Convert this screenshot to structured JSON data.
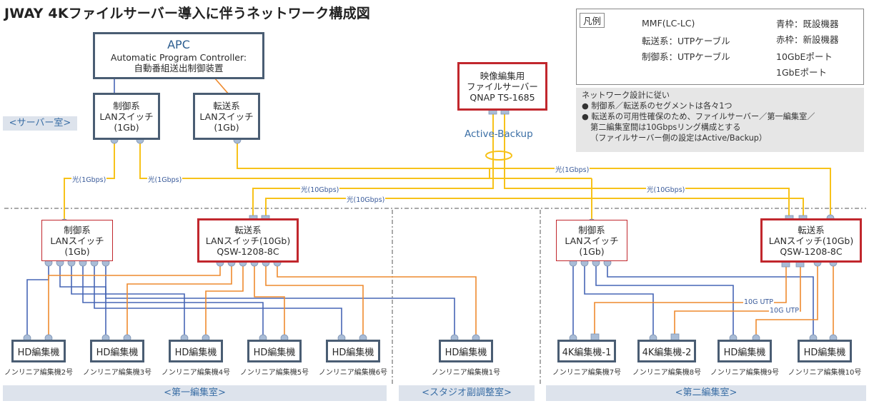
{
  "title": "JWAY 4Kファイルサーバー導入に伴うネットワーク構成図",
  "legend": {
    "header": "凡例",
    "mmf": "MMF(LC-LC)",
    "transfer_utp": "転送系：UTPケーブル",
    "control_utp": "制御系：UTPケーブル",
    "blue_frame": "青枠：既設機器",
    "red_frame": "赤枠：新設機器",
    "port_10g": "10GbEポート",
    "port_1g": "1GbEポート"
  },
  "notes": [
    "ネットワーク設計に従い",
    "● 制御系／転送系のセグメントは各々1つ",
    "● 転送系の可用性確保のため、ファイルサーバー／第一編集室／",
    "第二編集室間は10Gbpsリング構成とする",
    "（ファイルサーバー側の設定はActive/Backup）"
  ],
  "apc": {
    "name": "APC",
    "line1": "Automatic Program Controller:",
    "line2": "自動番組送出制御装置"
  },
  "server_room_label": "<サーバー室>",
  "server_control_switch": [
    "制御系",
    "LANスイッチ",
    "(1Gb)"
  ],
  "server_transfer_switch": [
    "転送系",
    "LANスイッチ",
    "(1Gb)"
  ],
  "file_server": [
    "映像編集用",
    "ファイルサーバー",
    "QNAP TS-1685"
  ],
  "active_backup": "Active-Backup",
  "link_labels": {
    "optical_1g": "光(1Gbps)",
    "optical_10g": "光(10Gbps)",
    "utp_10g": "10G UTP"
  },
  "edit1_control_switch": [
    "制御系",
    "LANスイッチ",
    "(1Gb)"
  ],
  "edit1_transfer_switch": [
    "転送系",
    "LANスイッチ(10Gb)",
    "QSW-1208-8C"
  ],
  "edit2_control_switch": [
    "制御系",
    "LANスイッチ",
    "(1Gb)"
  ],
  "edit2_transfer_switch": [
    "転送系",
    "LANスイッチ(10Gb)",
    "QSW-1208-8C"
  ],
  "rooms": {
    "edit1": "<第一編集室>",
    "studio": "<スタジオ副調整室>",
    "edit2": "<第二編集室>"
  },
  "editors": [
    {
      "label": "HD編集機",
      "caption": "ノンリニア編集機2号"
    },
    {
      "label": "HD編集機",
      "caption": "ノンリニア編集機3号"
    },
    {
      "label": "HD編集機",
      "caption": "ノンリニア編集機4号"
    },
    {
      "label": "HD編集機",
      "caption": "ノンリニア編集機5号"
    },
    {
      "label": "HD編集機",
      "caption": "ノンリニア編集機6号"
    },
    {
      "label": "HD編集機",
      "caption": "ノンリニア編集機1号"
    },
    {
      "label": "4K編集機-1",
      "caption": "ノンリニア編集機7号"
    },
    {
      "label": "4K編集機-2",
      "caption": "ノンリニア編集機8号"
    },
    {
      "label": "HD編集機",
      "caption": "ノンリニア編集機9号"
    },
    {
      "label": "HD編集機",
      "caption": "ノンリニア編集機10号"
    }
  ],
  "colors": {
    "mmf": "#f7c21a",
    "transfer": "#ee8a2e",
    "control": "#4766b5",
    "existing_frame": "#4a5d73",
    "new_frame": "#c1272d",
    "port": "#a9bcd6",
    "room_label_bg": "#dde3ec",
    "notes_bg": "#e6e6e6"
  }
}
